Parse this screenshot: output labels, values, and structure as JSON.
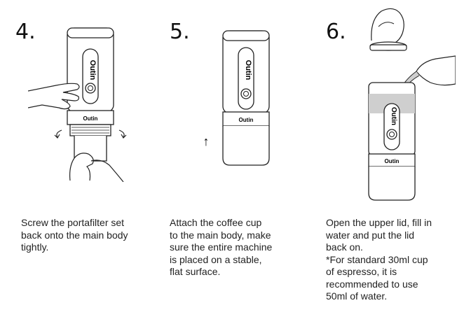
{
  "steps": [
    {
      "number": "4.",
      "caption": "Screw the portafilter set\nback onto the main body\ntightly.",
      "brand_logo": "Outin",
      "brand_label": "Outin",
      "illustration": "hands-screwing-portafilter"
    },
    {
      "number": "5.",
      "caption": "Attach the coffee cup\nto the main body, make\nsure the entire machine\nis placed on a stable,\nflat surface.",
      "brand_logo": "Outin",
      "brand_label": "Outin",
      "arrow": "↑",
      "illustration": "machine-with-coffee-cup"
    },
    {
      "number": "6.",
      "caption": "Open the upper lid, fill in\nwater and put the lid\nback on.\n*For standard 30ml cup\nof espresso, it is\nrecommended to use\n50ml of water.",
      "brand_logo": "Outin",
      "brand_label": "Outin",
      "illustration": "pouring-water-into-machine",
      "water_color": "#cfcfcf"
    }
  ]
}
